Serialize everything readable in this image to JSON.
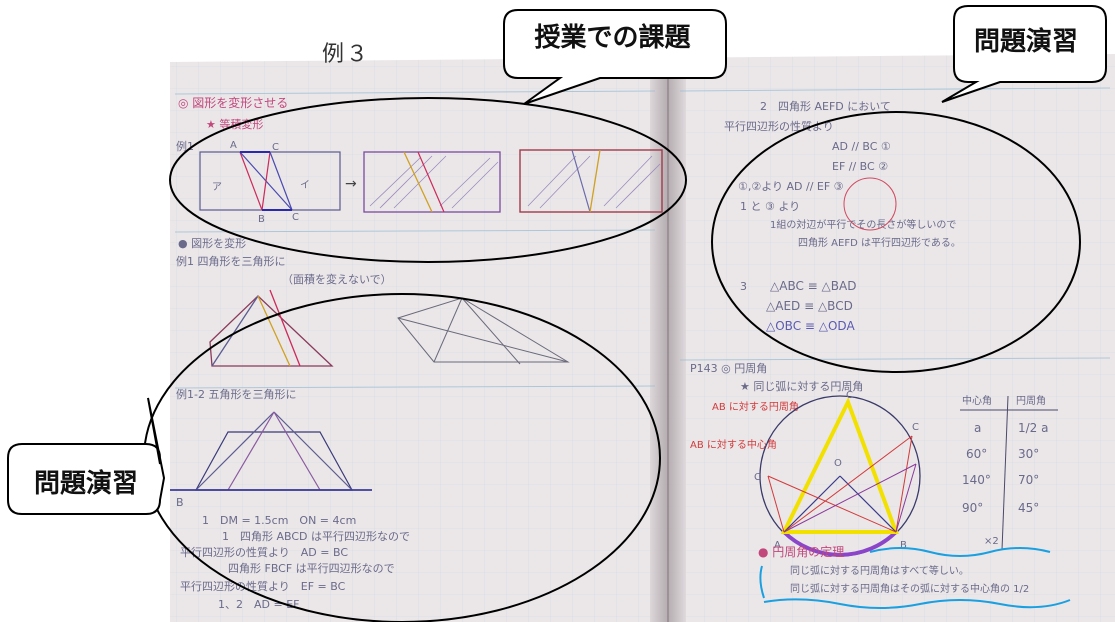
{
  "example_label": "例３",
  "callouts": {
    "lesson_task": "授業での課題",
    "practice_right": "問題演習",
    "practice_left": "問題演習"
  },
  "notebook": {
    "left": {
      "heading": "◎ 図形を変形させる",
      "sub_heading": "★ 等積変形",
      "example1": "例1",
      "fig1_labels": [
        "A",
        "C",
        "ア",
        "イ",
        "B",
        "C"
      ],
      "section2": "● 図形を変形",
      "example2": "例1 四角形を三角形に",
      "note2": "（面積を変えないで）",
      "example3": "例1-2 五角形を三角形に",
      "section_b": "B",
      "lines": [
        "1　DM = 1.5cm　ON = 4cm",
        "1　四角形 ABCD は平行四辺形なので",
        "平行四辺形の性質より　AD = BC",
        "四角形 FBCF は平行四辺形なので",
        "平行四辺形の性質より　EF = BC",
        "1、2　AD = EF"
      ]
    },
    "right": {
      "line1": "2　四角形 AEFD において",
      "line2": "平行四辺形の性質より",
      "eq1": "AD // BC ①",
      "eq2": "EF // BC ②",
      "eq3": "①,②より AD // EF ③",
      "line6": "1 と ③ より",
      "line7": "1組の対辺が平行でその長さが等しいので",
      "line8": "四角形 AEFD は平行四辺形である。",
      "num3": "3",
      "cong": [
        "△ABC ≡ △BAD",
        "△AED ≡ △BCD",
        "△OBC ≡ △ODA"
      ],
      "page_ref": "P143 ◎ 円周角",
      "circle_title": "★ 同じ弧に対する円周角",
      "arc_note1": "AB に対する円周角",
      "arc_note2": "AB に対する中心角",
      "point_labels": [
        "C",
        "C",
        "C",
        "O",
        "A",
        "B"
      ],
      "table_head": [
        "中心角",
        "円周角"
      ],
      "table_rows": [
        [
          "a",
          "1/2 a"
        ],
        [
          "60°",
          "30°"
        ],
        [
          "140°",
          "70°"
        ],
        [
          "90°",
          "45°"
        ]
      ],
      "table_foot": "×2",
      "theorem_title": "● 円周角の定理",
      "theorem_1": "同じ弧に対する円周角はすべて等しい。",
      "theorem_2": "同じ弧に対する円周角はその弧に対する中心角の 1/2"
    }
  },
  "colors": {
    "page": "#e8e4e6",
    "grid": "#9fc0d4",
    "pencil": "#4a4a6a",
    "red": "#d23a3a",
    "yellow": "#f1e000",
    "purple": "#8b45c8",
    "cyan": "#1aa0e0"
  }
}
